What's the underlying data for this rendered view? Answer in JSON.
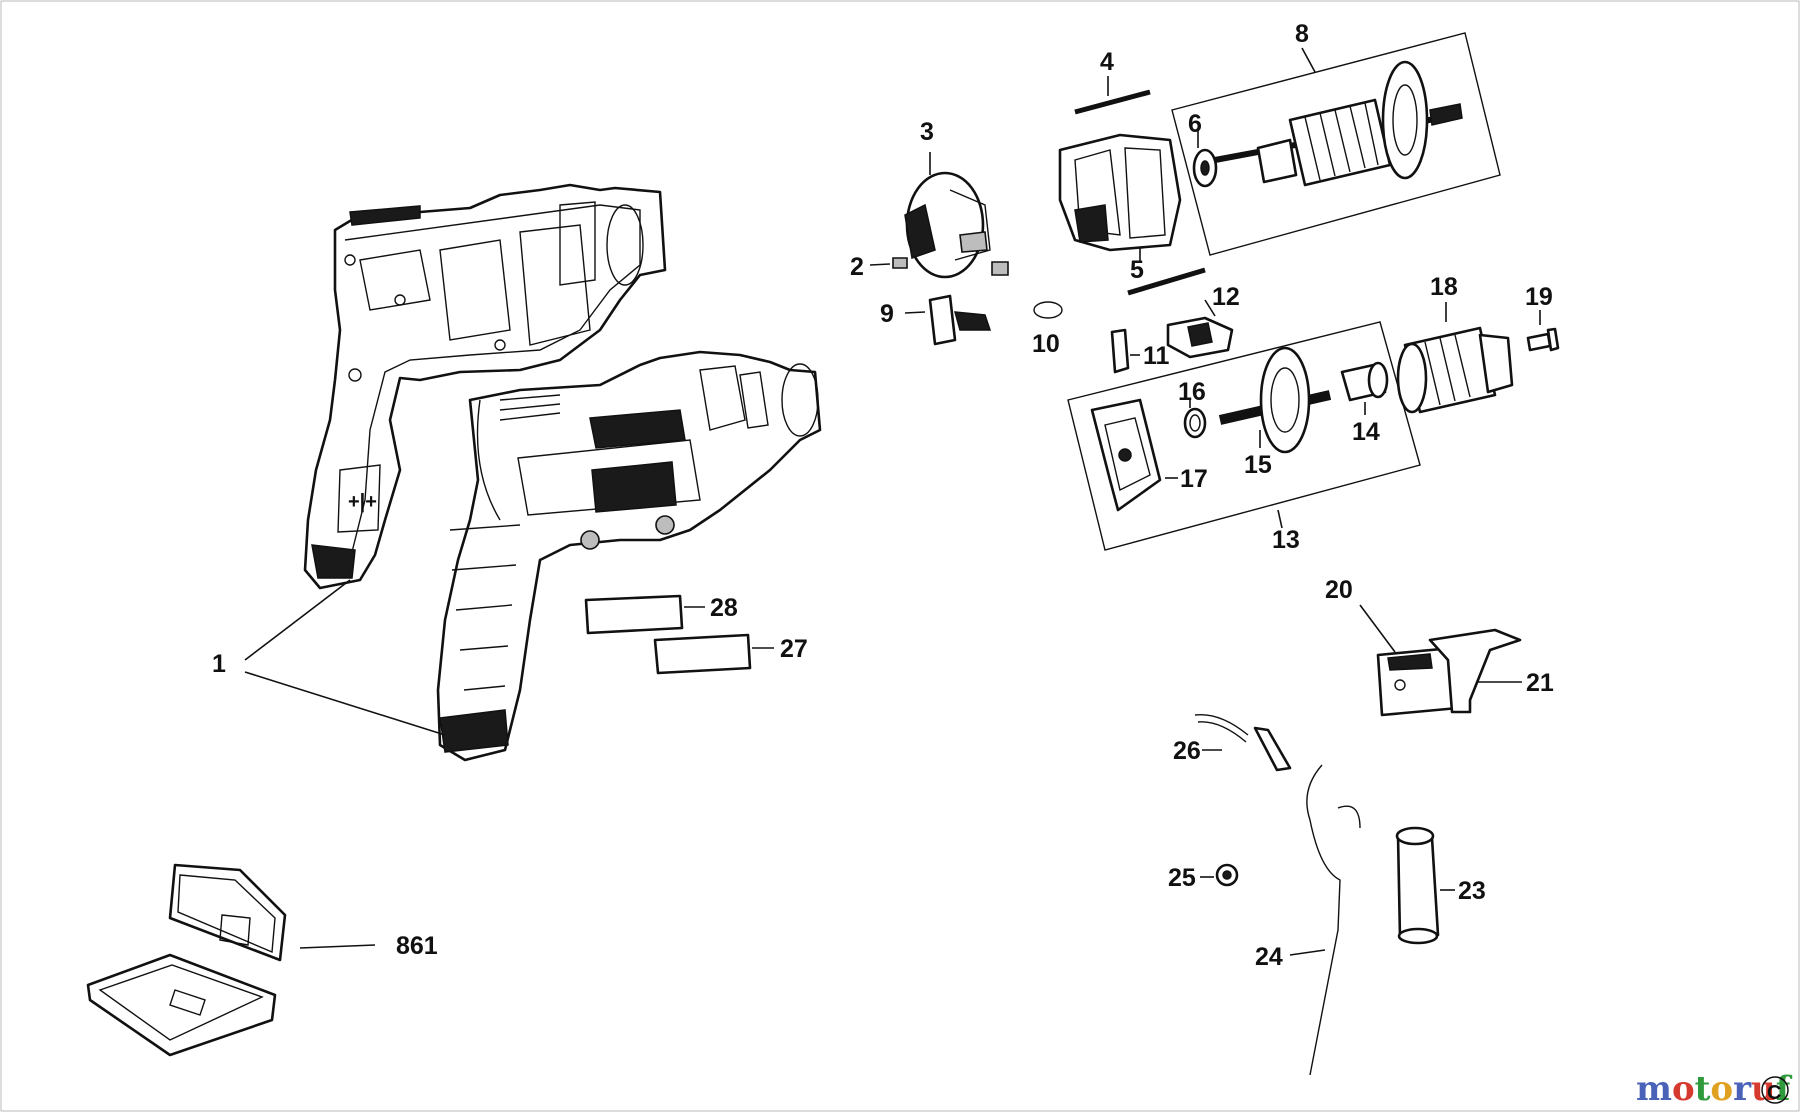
{
  "diagram": {
    "labels": {
      "p1": "1",
      "p2": "2",
      "p3": "3",
      "p4": "4",
      "p5": "5",
      "p6": "6",
      "p8": "8",
      "p9": "9",
      "p10": "10",
      "p11": "11",
      "p12": "12",
      "p13": "13",
      "p14": "14",
      "p15": "15",
      "p16": "16",
      "p17": "17",
      "p18": "18",
      "p19": "19",
      "p20": "20",
      "p21": "21",
      "p23": "23",
      "p24": "24",
      "p25": "25",
      "p26": "26",
      "p27": "27",
      "p28": "28",
      "p861": "861"
    }
  },
  "watermark": {
    "brand": "motoruf",
    "colors": [
      "#4a63b8",
      "#d63a2f",
      "#2f9a3b",
      "#e0a020",
      "#4a63b8",
      "#d63a2f",
      "#2f9a3b"
    ],
    "badge": "C"
  }
}
